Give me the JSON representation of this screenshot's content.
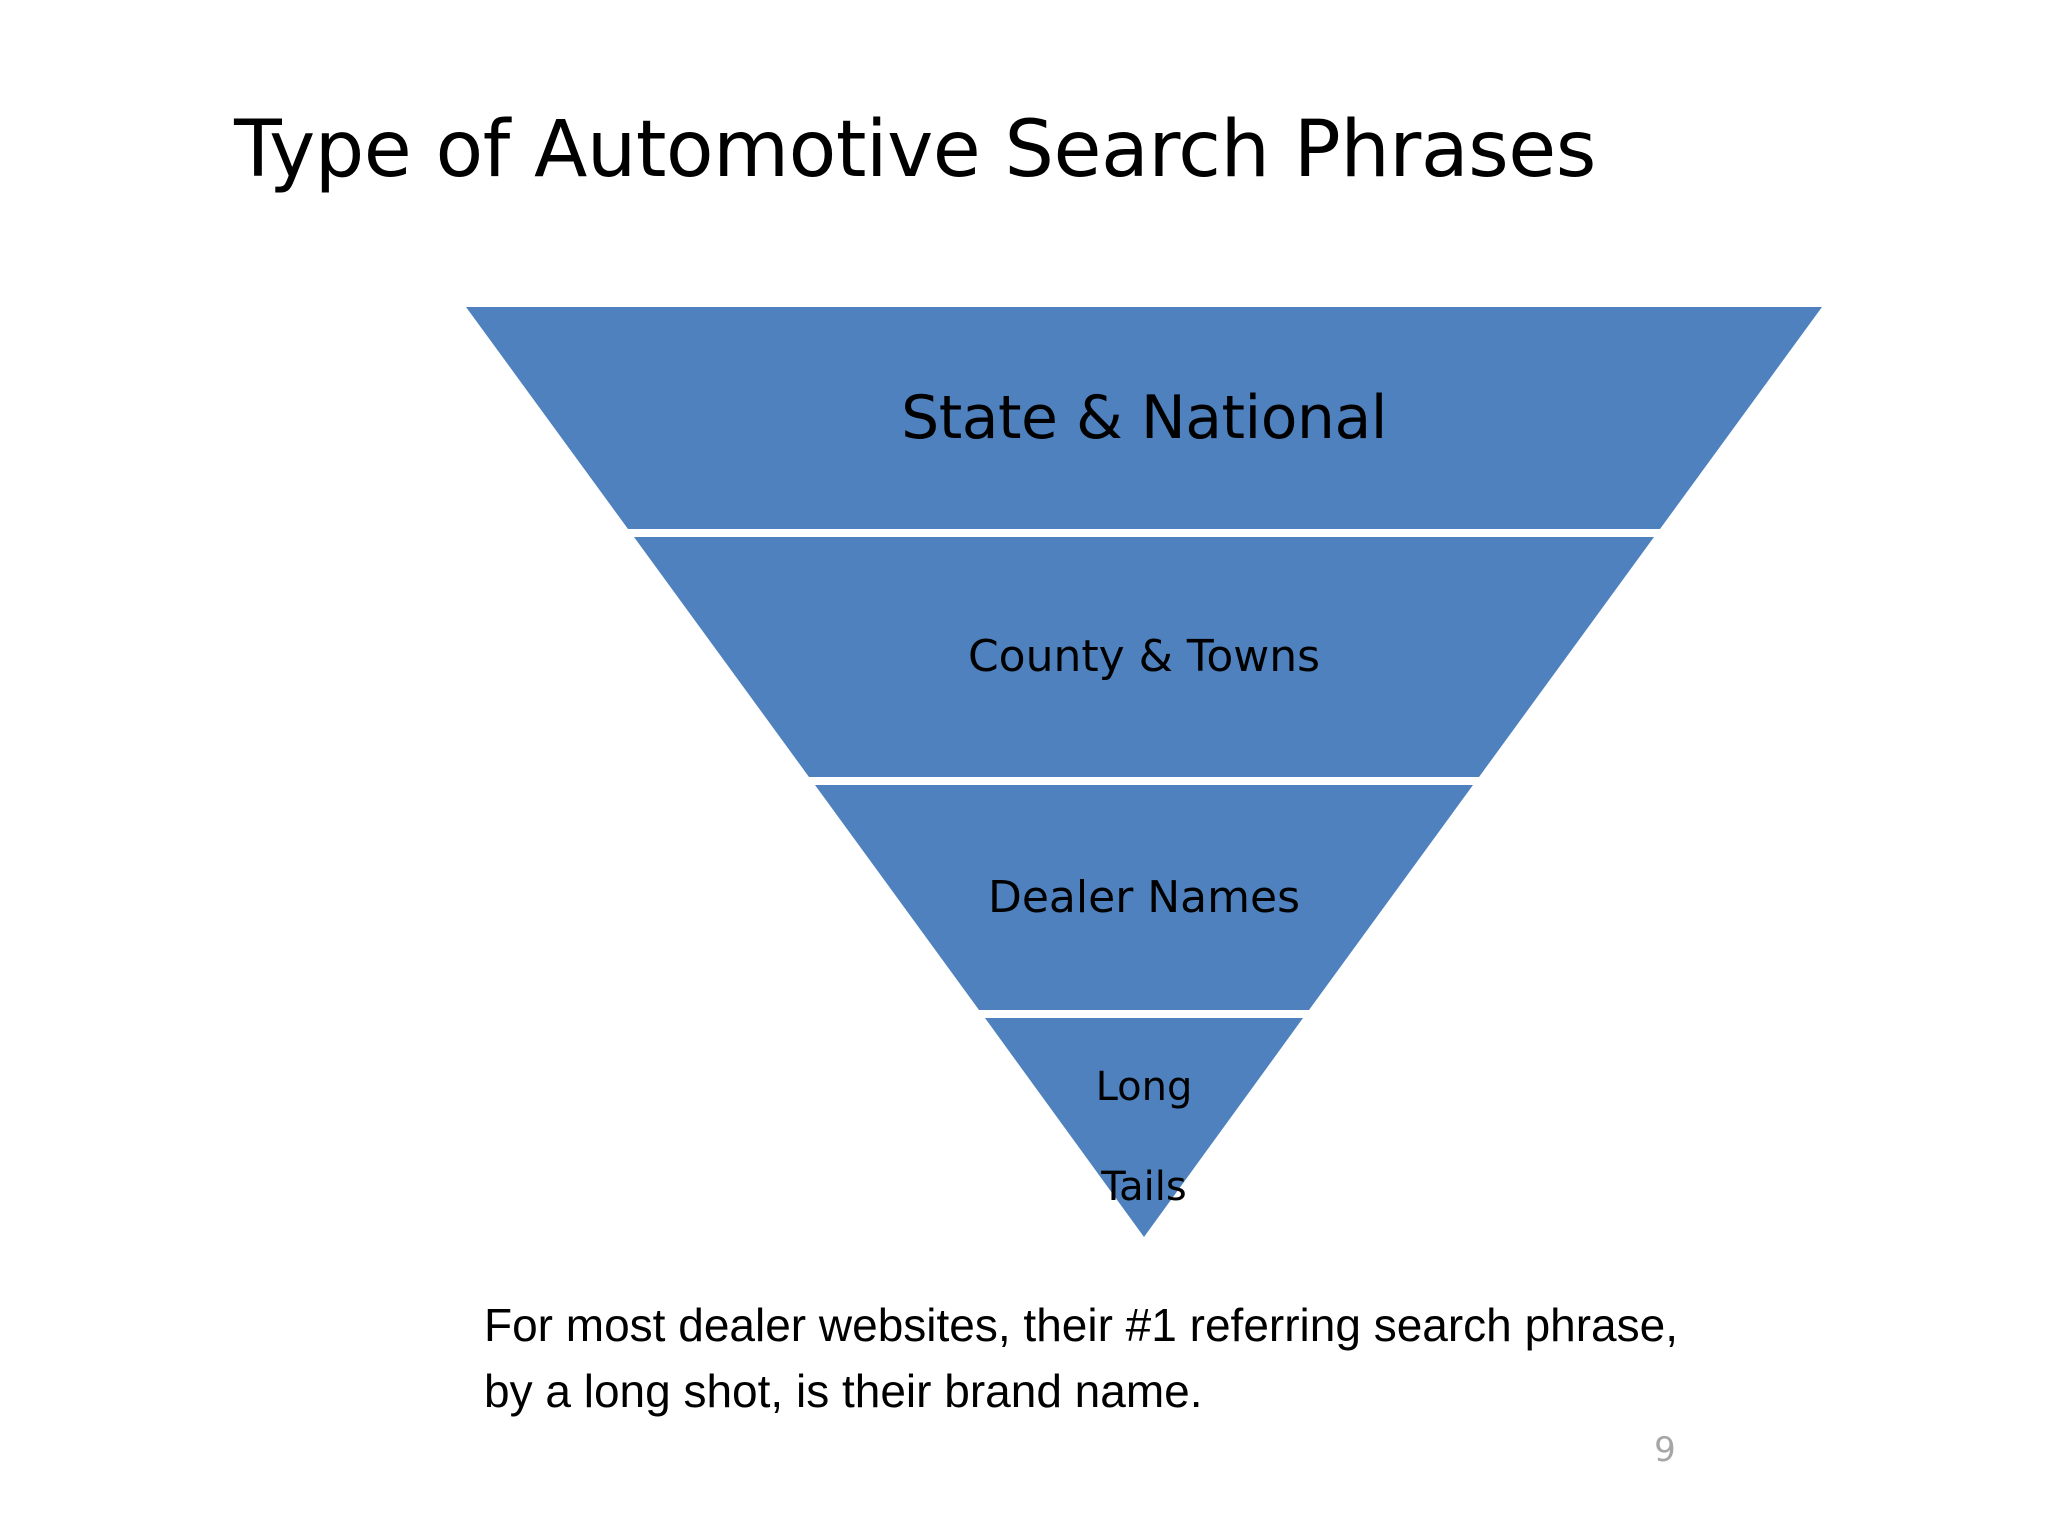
{
  "slide": {
    "title": "Type of Automotive Search Phrases",
    "page_number": "9",
    "background_color": "#ffffff"
  },
  "funnel": {
    "shape": "inverted-triangle",
    "fill_color": "#4E81BE",
    "divider_color": "#ffffff",
    "text_color": "#000000",
    "levels": [
      {
        "label": "State & National"
      },
      {
        "label": "County & Towns"
      },
      {
        "label": "Dealer Names"
      },
      {
        "label_line1": "Long",
        "label_line2": "Tails"
      }
    ]
  },
  "caption": {
    "line1": "For most dealer websites, their #1 referring search",
    "line2": "phrase, by a long shot, is their brand name."
  }
}
